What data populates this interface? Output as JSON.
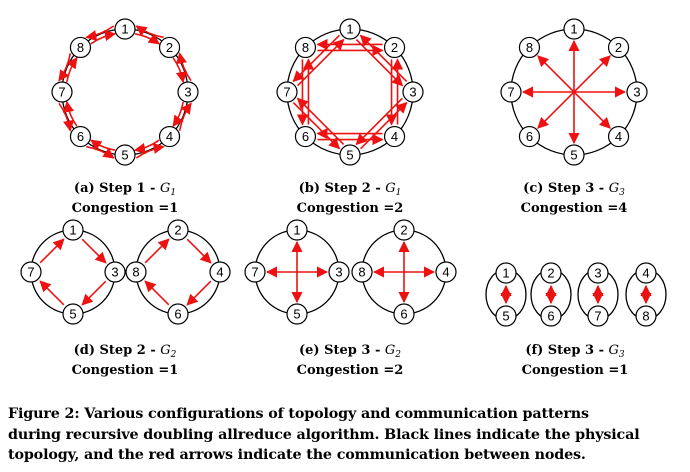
{
  "figure": {
    "colors": {
      "link": "#000000",
      "arrow": "#ee1111",
      "node_fill": "#ffffff"
    },
    "panels": [
      {
        "id": "a",
        "label_prefix": "(a) ",
        "step": "Step 1",
        "group": "G",
        "group_sub": "1",
        "congestion": "Congestion =1"
      },
      {
        "id": "b",
        "label_prefix": "(b) ",
        "step": "Step 2",
        "group": "G",
        "group_sub": "1",
        "congestion": "Congestion =2"
      },
      {
        "id": "c",
        "label_prefix": "(c) ",
        "step": "Step 3",
        "group": "G",
        "group_sub": "3",
        "congestion": "Congestion =4"
      },
      {
        "id": "d",
        "label_prefix": "(d) ",
        "step": "Step 2",
        "group": "G",
        "group_sub": "2",
        "congestion": "Congestion =1"
      },
      {
        "id": "e",
        "label_prefix": "(e) ",
        "step": "Step 3",
        "group": "G",
        "group_sub": "2",
        "congestion": "Congestion =2"
      },
      {
        "id": "f",
        "label_prefix": "(f) ",
        "step": "Step 3",
        "group": "G",
        "group_sub": "3",
        "congestion": "Congestion =1"
      }
    ],
    "node_labels": [
      "1",
      "2",
      "3",
      "4",
      "5",
      "6",
      "7",
      "8"
    ]
  },
  "caption": {
    "lines": [
      "Figure 2: Various configurations of topology and communication patterns",
      "during recursive doubling allreduce algorithm. Black lines indicate the physical",
      "topology, and the red arrows indicate the communication between nodes."
    ]
  }
}
